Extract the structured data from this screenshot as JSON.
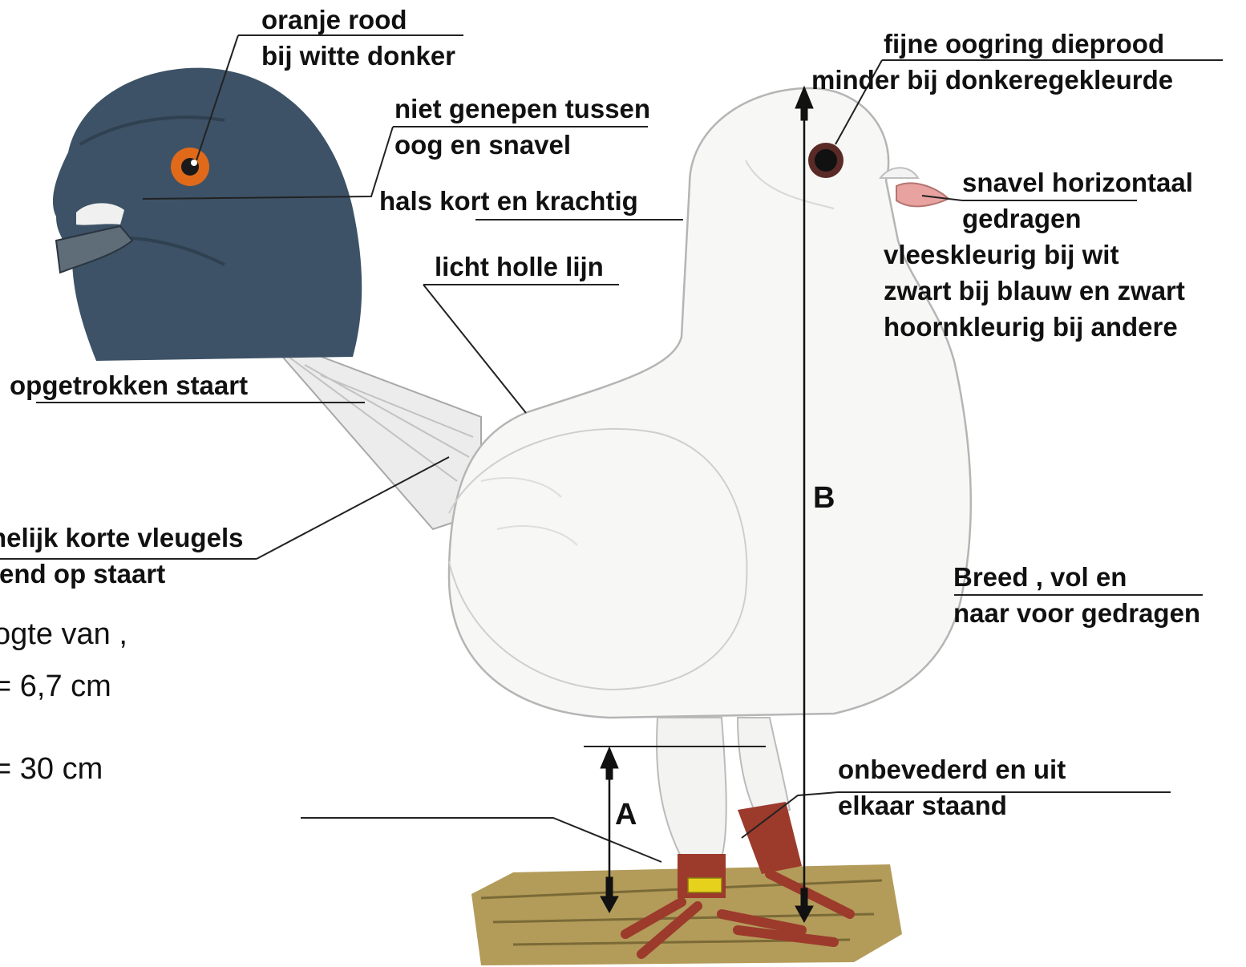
{
  "labels": {
    "eye_colour": [
      "oranje rood",
      "bij witte donker"
    ],
    "eye_ring": [
      "fijne oogring dieprood",
      "minder bij donkeregekleurde"
    ],
    "face": [
      "niet genepen tussen",
      "oog en snavel"
    ],
    "neck": "hals kort en krachtig",
    "beak": [
      "snavel horizontaal",
      "gedragen",
      "vleeskleurig bij wit",
      "zwart bij blauw en zwart",
      "hoornkleurig bij andere"
    ],
    "back": "licht holle lijn",
    "tail": "opgetrokken staart",
    "wings": [
      "nelijk korte vleugels",
      "tend op staart"
    ],
    "breast": [
      "Breed , vol en",
      "naar voor gedragen"
    ],
    "legs": [
      "onbevederd en uit",
      "elkaar staand"
    ],
    "measure_text": [
      "ogte van ,",
      "= 6,7 cm",
      "= 30 cm"
    ]
  },
  "axes": {
    "a_label": "A",
    "b_label": "B"
  },
  "colors": {
    "head": "#3d5266",
    "eye": "#e06a1a",
    "body": "#f6f6f4",
    "outline": "#b9b9b9",
    "beak": "#e8a3a0",
    "leg": "#9c3a2c",
    "ground": "#a8914f",
    "band": "#e6d21c"
  }
}
